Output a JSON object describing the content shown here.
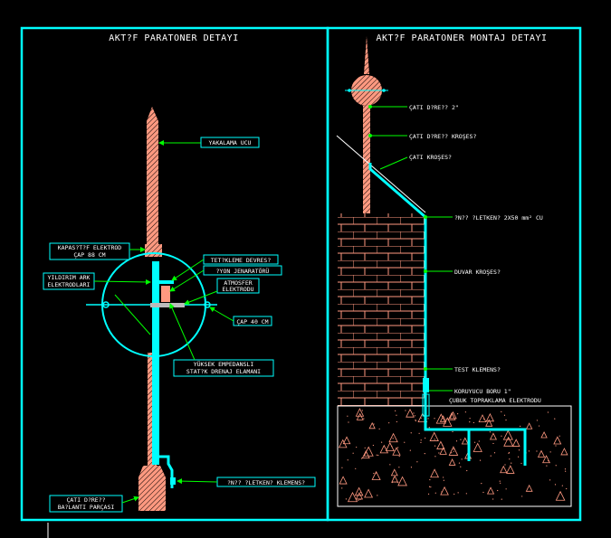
{
  "left_panel": {
    "title": "AKT?F PARATONER  DETAYI",
    "labels": {
      "catch_tip": "YAKALAMA UCU",
      "capacitive_electrode_1": "KAPAS?T?F ELEKTROD",
      "capacitive_electrode_2": "ÇAP 88 CM",
      "trigger_circuit": "TET?KLEME DEVRES?",
      "ion_generator": "?YON JENARATÖRÜ",
      "lightning_electrodes_1": "YILDIRIM ARK",
      "lightning_electrodes_2": "ELEKTRODLARI",
      "atmospheric_electrode_1": "ATMOSFER",
      "atmospheric_electrode_2": "ELEKTRODU",
      "diameter": "ÇAP 40 CM",
      "drainage_1": "YÜKSEK EMPEDANSLI",
      "drainage_2": "STAT?K DRENAJ ELAMANI",
      "down_conductor_clamp": "?N?? ?LETKEN? KLEMENS?",
      "mast_connection_1": "ÇATI D?RE??",
      "mast_connection_2": "BA?LANTI PARÇASI"
    }
  },
  "right_panel": {
    "title": "AKT?F PARATONER MONTAJ DETAYI",
    "labels": {
      "roof_mast": "ÇATI D?RE?? 2\"",
      "roof_mast_clamp": "ÇATI D?RE?? KROŞES?",
      "roof_clamp": "ÇATI KROŞES?",
      "down_conductor": "?N?? ?LETKEN? 2X50 mm² CU",
      "wall_clamp": "DUVAR KROŞES?",
      "test_clamp": "TEST KLEMENS?",
      "protection_pipe": "KORUYUCU BORU 1\"",
      "ground_electrode": "ÇUBUK TOPRAKLAMA ELEKTRODU"
    }
  },
  "colors": {
    "frame": "#00FFFF",
    "conductor": "#00FFFF",
    "rod": "#FF9980",
    "leader": "#00FF00",
    "brick": "#FF9980",
    "text": "#FFFFFF"
  }
}
